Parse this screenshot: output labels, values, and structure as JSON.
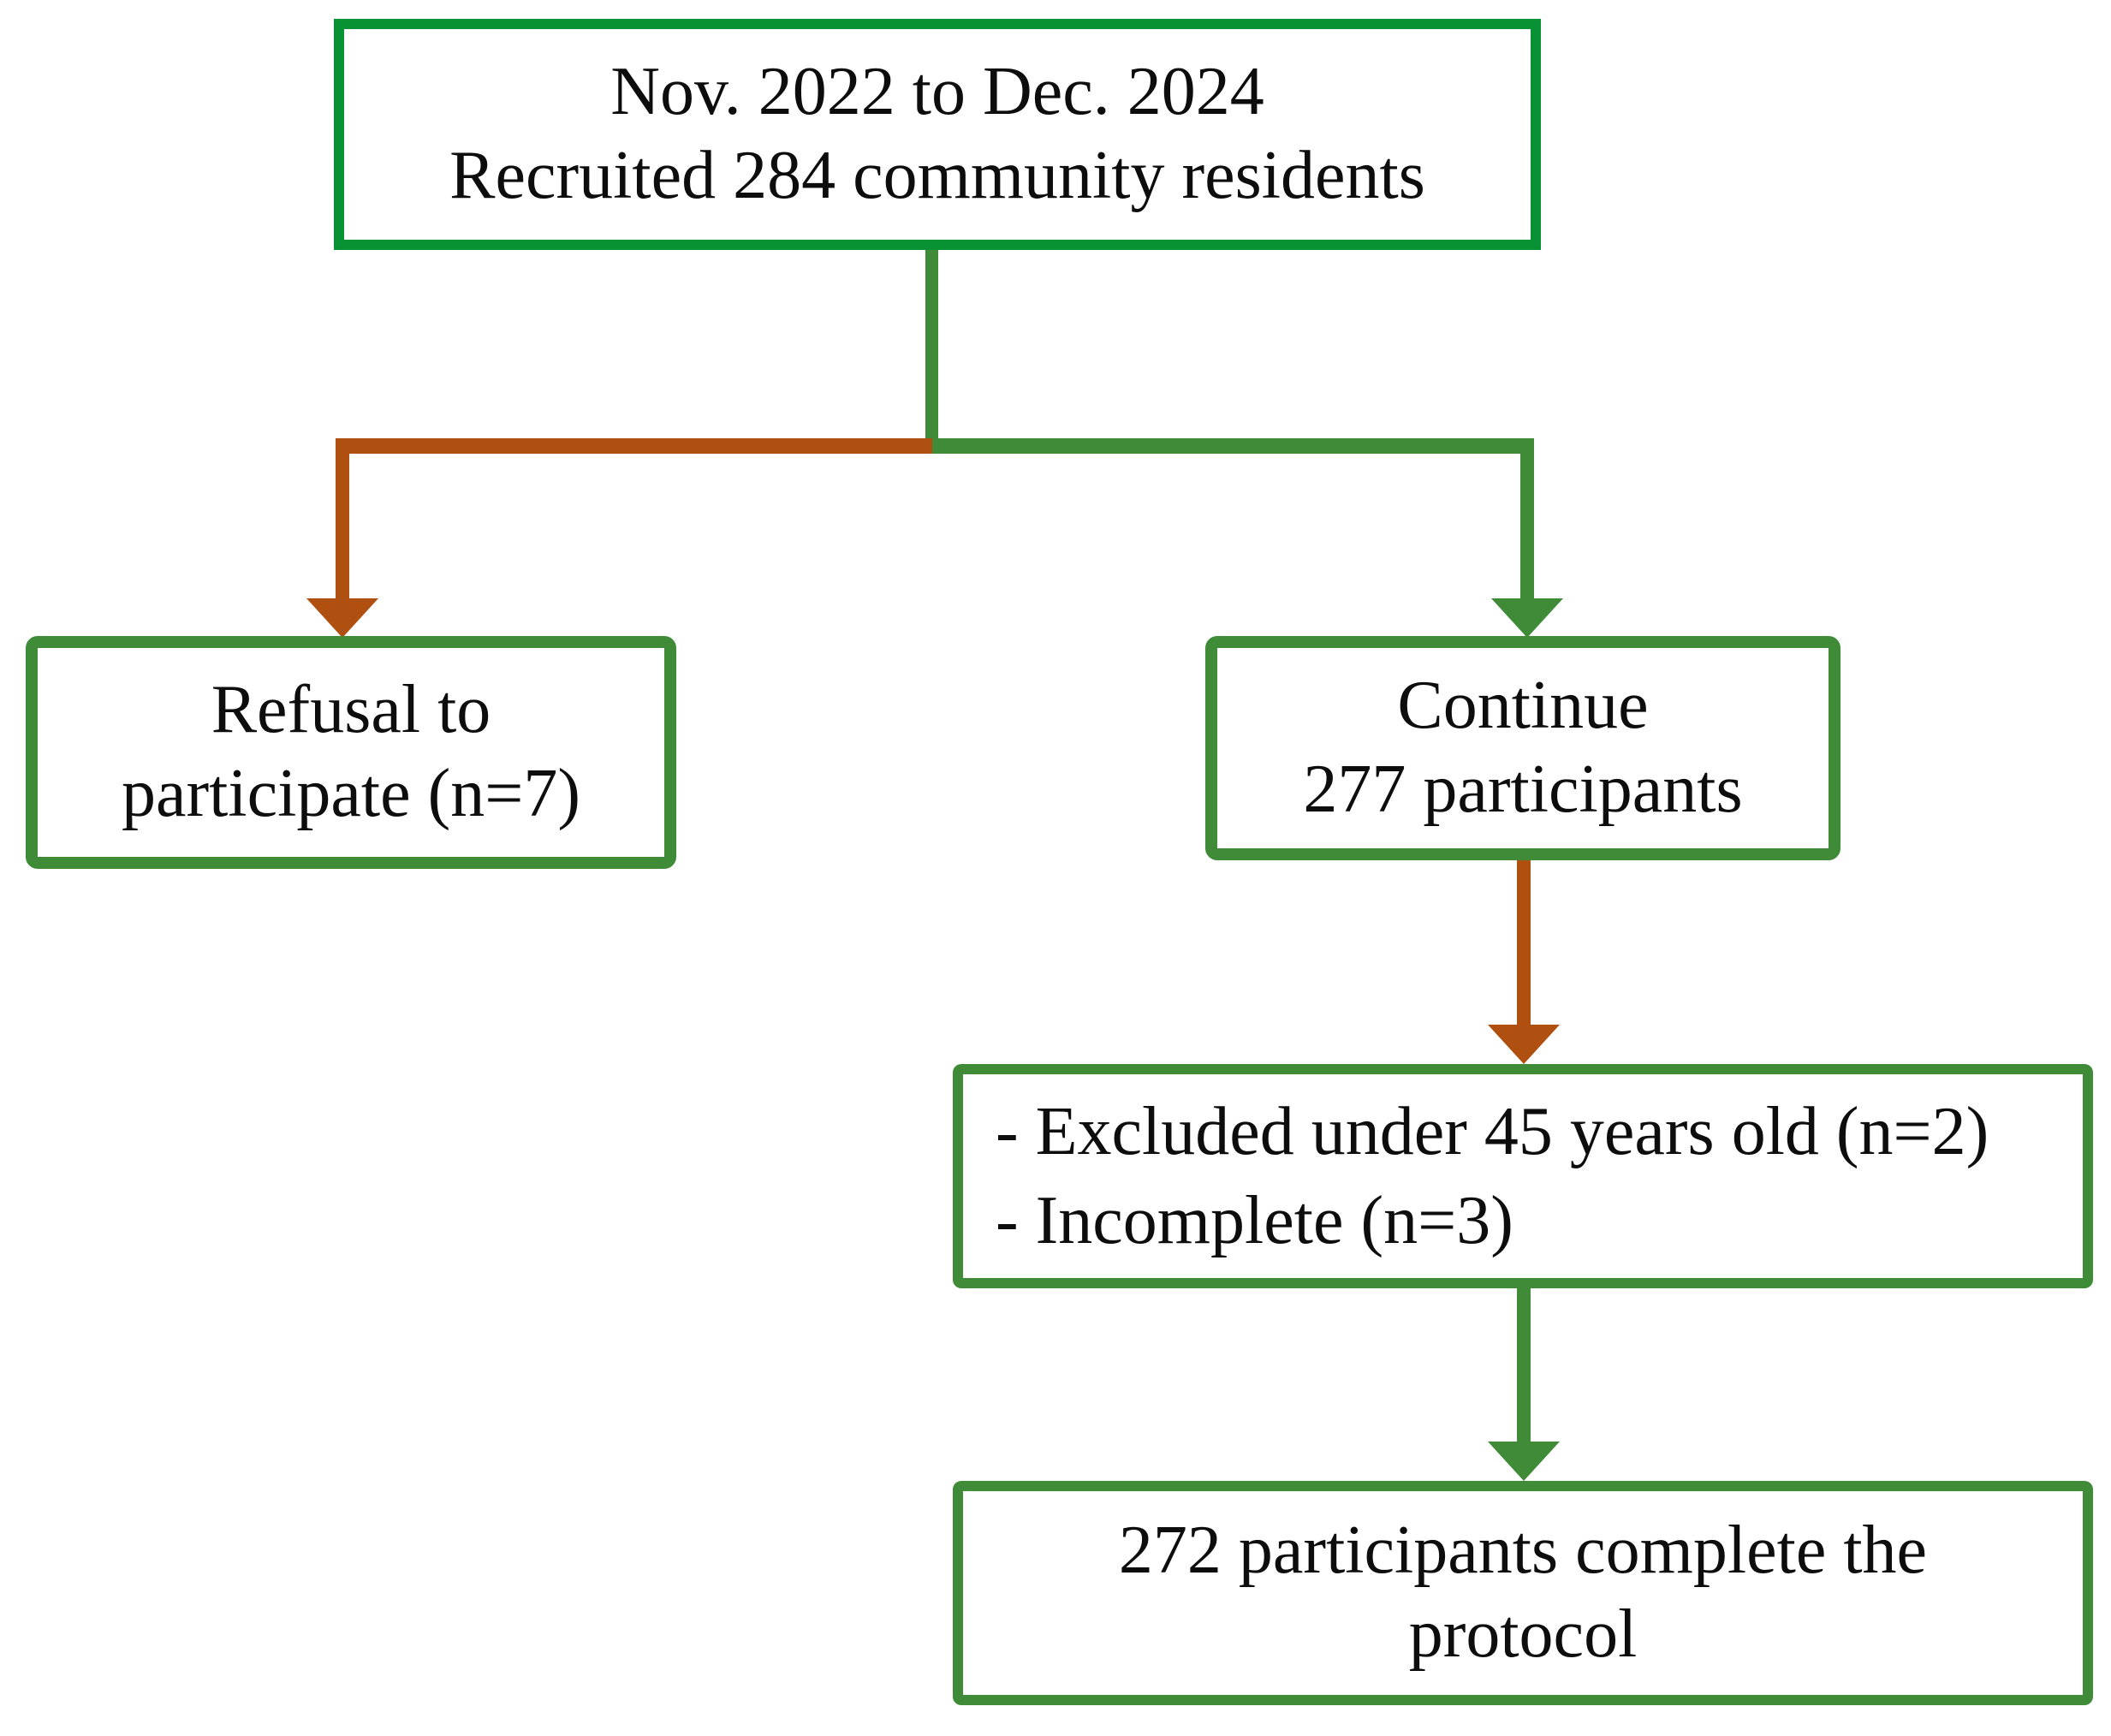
{
  "title": "Participant recruitment flow diagram",
  "colors": {
    "background": "#ffffff",
    "text": "#0d0d0d",
    "box_border_bright": "#089234",
    "box_border": "#3f8b38",
    "flow_green": "#3f8b38",
    "flow_orange": "#b05010"
  },
  "boxes": {
    "recruited": {
      "line1": "Nov. 2022 to Dec. 2024",
      "line2": "Recruited 284 community residents"
    },
    "refusal": {
      "line1": "Refusal to",
      "line2": "participate (n=7)"
    },
    "continue": {
      "line1": "Continue",
      "line2": "277 participants"
    },
    "excluded": {
      "line1": "- Excluded under 45 years old (n=2)",
      "line2": "- Incomplete (n=3)"
    },
    "complete": {
      "line1": "272 participants complete the",
      "line2": "protocol"
    }
  },
  "flow": {
    "edges": [
      {
        "from": "recruited",
        "to": "refusal",
        "arrow_color": "#b05010"
      },
      {
        "from": "recruited",
        "to": "continue",
        "arrow_color": "#3f8b38"
      },
      {
        "from": "continue",
        "to": "excluded",
        "arrow_color": "#b05010"
      },
      {
        "from": "excluded",
        "to": "complete",
        "arrow_color": "#3f8b38"
      }
    ]
  }
}
